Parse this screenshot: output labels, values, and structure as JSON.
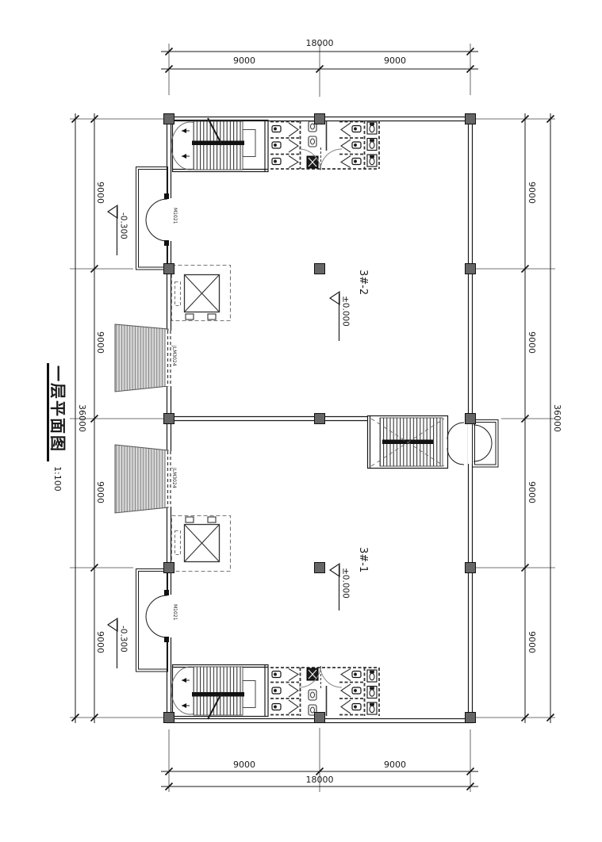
{
  "title": {
    "text": "一层平面图",
    "scale": "1:100"
  },
  "dimensions": {
    "top": {
      "total": "18000",
      "segments": [
        "9000",
        "9000"
      ]
    },
    "bottom": {
      "total": "18000",
      "segments": [
        "9000",
        "9000"
      ]
    },
    "left": {
      "total": "36000",
      "segments": [
        "9000",
        "9000",
        "9000",
        "9000"
      ]
    },
    "right": {
      "total": "36000",
      "segments": [
        "9000",
        "9000",
        "9000",
        "9000"
      ]
    }
  },
  "units": {
    "upper": "3#-2",
    "lower": "3#-1"
  },
  "levels": {
    "floor": "±0.000",
    "entry": "-0.300"
  },
  "tags": {
    "door": "M1021",
    "shutter": "JLM3024"
  },
  "colors": {
    "line": "#1a1a1a",
    "column_fill": "#666666",
    "hatch_fill": "#d8d8d8",
    "dash": "#777777"
  }
}
